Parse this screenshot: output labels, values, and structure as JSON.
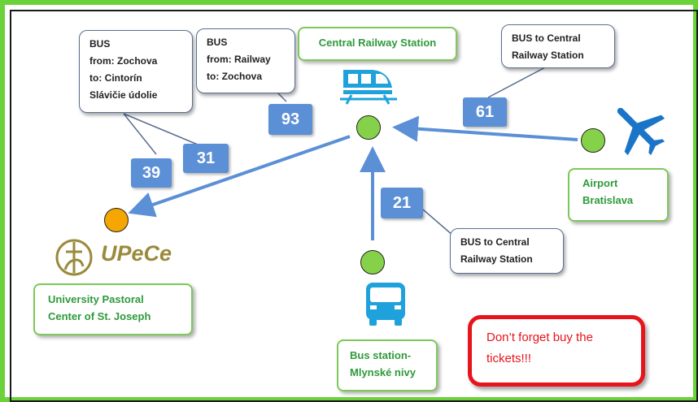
{
  "callouts": {
    "bus39": {
      "lines": [
        "BUS",
        "from: Zochova",
        "to: Cintorín",
        "Slávičie údolie"
      ]
    },
    "bus93": {
      "lines": [
        "BUS",
        "from: Railway",
        "to: Zochova"
      ]
    },
    "bus61": {
      "lines": [
        "BUS to Central",
        "Railway Station"
      ]
    },
    "bus21": {
      "lines": [
        "BUS to Central",
        "Railway Station"
      ]
    }
  },
  "numbers": {
    "n39": "39",
    "n31": "31",
    "n93": "93",
    "n61": "61",
    "n21": "21"
  },
  "locations": {
    "central": "Central Railway Station",
    "airport": [
      "Airport",
      "Bratislava"
    ],
    "upece": [
      "University Pastoral",
      "Center of St. Joseph"
    ],
    "bus_station": [
      "Bus station-",
      "Mlynské nivy"
    ]
  },
  "logo": {
    "text": "UPeCe"
  },
  "reminder": {
    "lines": [
      "Don’t forget buy the",
      "tickets!!!"
    ]
  },
  "icons": [
    "train-icon",
    "airplane-icon",
    "bus-icon",
    "upece-logo"
  ],
  "colors": {
    "frame": "#6cd23a",
    "stop_green": "#86d14a",
    "stop_orange": "#f5a600",
    "arrow": "#5b8fd6",
    "number_box": "#5b8fd6",
    "green_text": "#2e9a3a",
    "red": "#e8141b"
  }
}
